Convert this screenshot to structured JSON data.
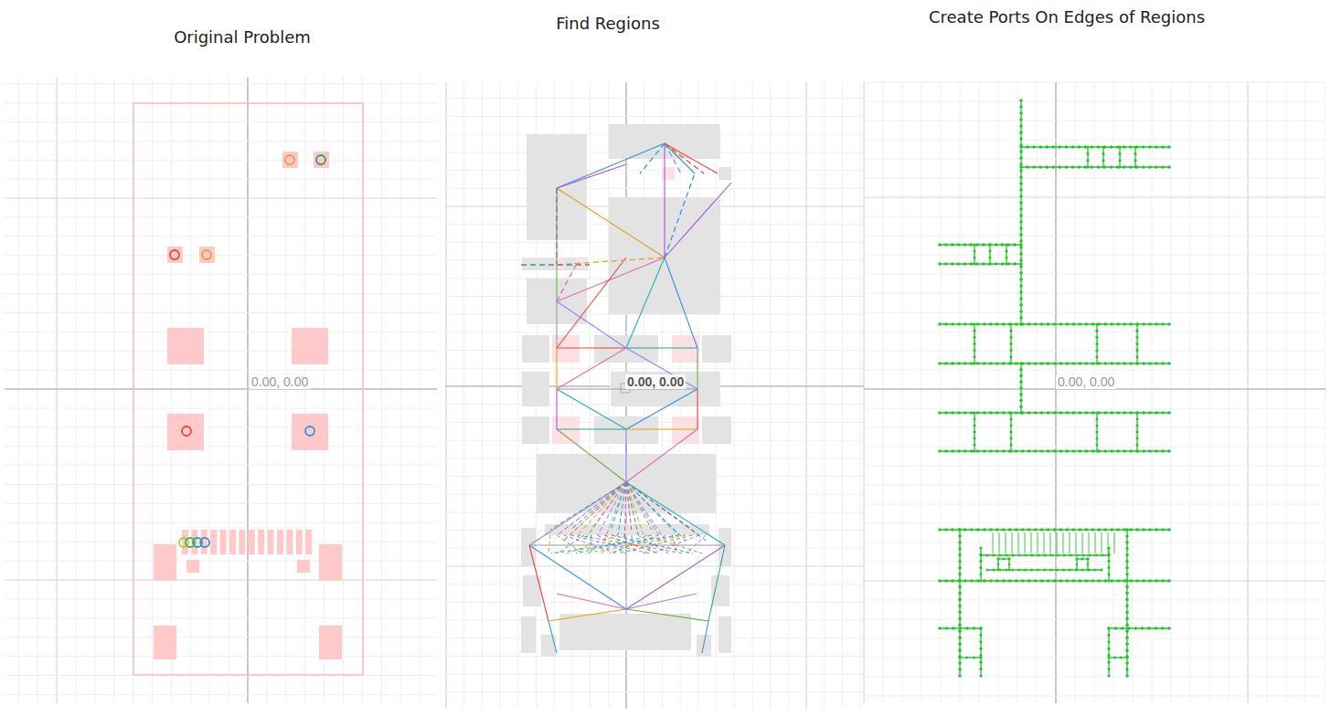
{
  "diagram": {
    "labels": [
      "Original Problem",
      "Find Regions",
      "Create Ports On Edges of Regions",
      "0.00, 0.00",
      "0.00, 0.00",
      "0.00, 0.00"
    ]
  }
}
